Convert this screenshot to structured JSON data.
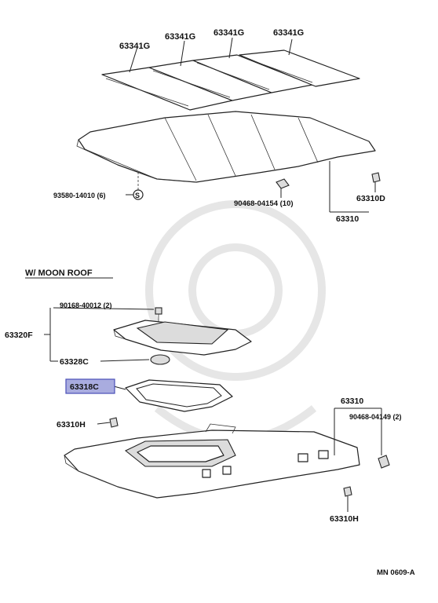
{
  "diagram": {
    "section_header": "W/ MOON ROOF",
    "footer_code": "MN 0609-A",
    "highlight_color": "#a9acdf",
    "top_group": {
      "panel_labels": [
        "63341G",
        "63341G",
        "63341G",
        "63341G"
      ],
      "clip_label": "93580-14010 (6)",
      "clip_symbol": "S",
      "fastener_label": "90468-04154 (10)",
      "screw_label": "63310D",
      "headliner_label": "63310"
    },
    "bottom_group": {
      "screw_label": "90168-40012 (2)",
      "frame_assy_label": "63320F",
      "plug_label": "63328C",
      "seal_label": "63318C",
      "headliner_label": "63310",
      "clip_label": "90468-04149 (2)",
      "bolt_left_label": "63310H",
      "bolt_right_label": "63310H"
    }
  }
}
